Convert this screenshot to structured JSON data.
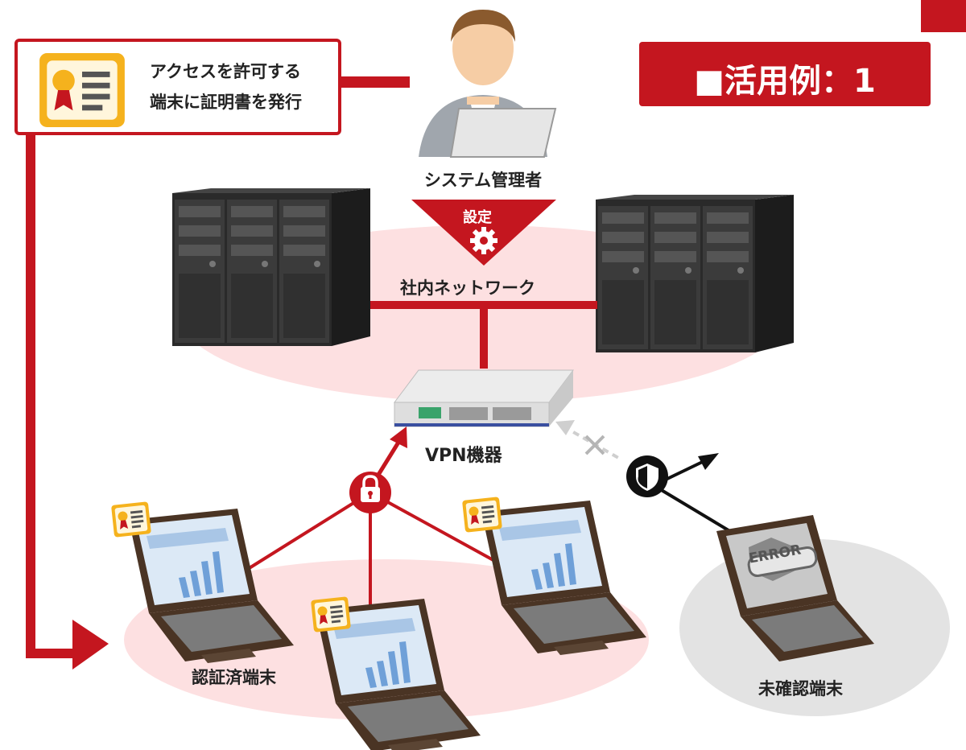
{
  "header": {
    "badge_title": "■活用例：1"
  },
  "callout": {
    "line1": "アクセスを許可する",
    "line2": "端末に証明書を発行"
  },
  "admin": {
    "label": "システム管理者",
    "setting_label": "設定"
  },
  "network": {
    "label": "社内ネットワーク"
  },
  "vpn": {
    "label": "VPN機器"
  },
  "devices": {
    "authenticated_label": "認証済端末",
    "unverified_label": "未確認端末",
    "error_text": "ERROR"
  },
  "colors": {
    "accent": "#c4161f",
    "network_zone": "#fde0e1",
    "unverified_zone": "#e3e3e3",
    "certificate": "#f5b21d"
  }
}
